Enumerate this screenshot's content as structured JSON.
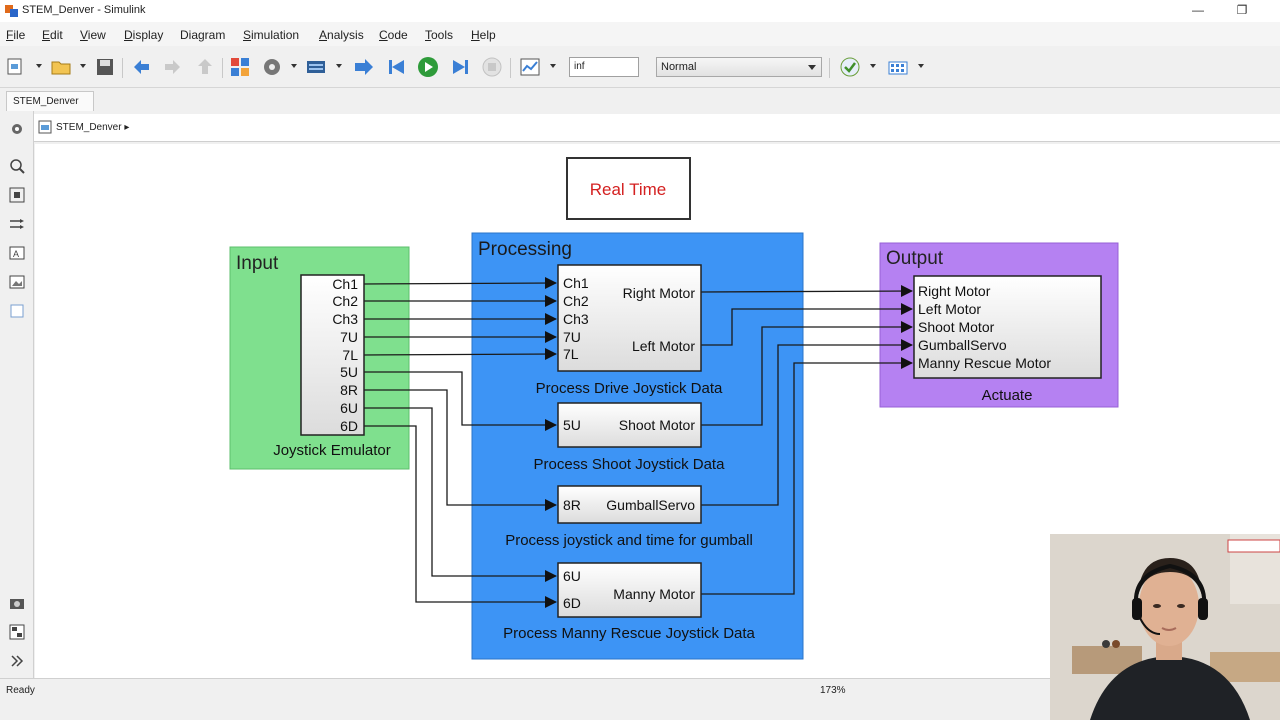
{
  "window": {
    "title": "STEM_Denver - Simulink"
  },
  "menu": [
    {
      "label": "File",
      "u": "F",
      "rest": "ile"
    },
    {
      "label": "Edit",
      "u": "E",
      "rest": "dit"
    },
    {
      "label": "View",
      "u": "V",
      "rest": "iew"
    },
    {
      "label": "Display",
      "u": "D",
      "rest": "isplay"
    },
    {
      "label": "Diagram",
      "u": "",
      "rest": "Diagram"
    },
    {
      "label": "Simulation",
      "u": "S",
      "rest": "imulation"
    },
    {
      "label": "Analysis",
      "u": "A",
      "rest": "nalysis"
    },
    {
      "label": "Code",
      "u": "C",
      "rest": "ode"
    },
    {
      "label": "Tools",
      "u": "T",
      "rest": "ools"
    },
    {
      "label": "Help",
      "u": "H",
      "rest": "elp"
    }
  ],
  "toolbar": {
    "stop_time": "inf",
    "sim_mode": "Normal",
    "icons": [
      "new-model-icon",
      "open-folder-icon",
      "save-icon",
      "back-arrow-icon",
      "forward-arrow-icon",
      "up-arrow-icon",
      "library-browser-icon",
      "model-settings-icon",
      "model-explorer-icon",
      "step-back-icon",
      "step-back-icon-2",
      "run-icon",
      "step-forward-icon",
      "stop-icon",
      "record-icon",
      "check-icon",
      "display-grid-icon"
    ]
  },
  "tab": {
    "label": "STEM_Denver"
  },
  "breadcrumb": {
    "label": "STEM_Denver"
  },
  "diagram": {
    "real_time": "Real Time",
    "areas": {
      "input": "Input",
      "processing": "Processing",
      "output": "Output"
    },
    "joystick": {
      "name": "Joystick Emulator",
      "ports": [
        "Ch1",
        "Ch2",
        "Ch3",
        "7U",
        "7L",
        "5U",
        "8R",
        "6U",
        "6D"
      ]
    },
    "drive": {
      "name": "Process Drive Joystick Data",
      "inputs": [
        "Ch1",
        "Ch2",
        "Ch3",
        "7U",
        "7L"
      ],
      "outputs": [
        "Right Motor",
        "Left Motor"
      ]
    },
    "shoot": {
      "name": "Process Shoot Joystick Data",
      "inputs": [
        "5U"
      ],
      "outputs": [
        "Shoot Motor"
      ]
    },
    "gumball": {
      "name": "Process joystick and time for gumball",
      "inputs": [
        "8R"
      ],
      "outputs": [
        "GumballServo"
      ]
    },
    "manny": {
      "name": "Process Manny Rescue Joystick Data",
      "inputs": [
        "6U",
        "6D"
      ],
      "outputs": [
        "Manny Motor"
      ]
    },
    "actuate": {
      "name": "Actuate",
      "inputs": [
        "Right Motor",
        "Left Motor",
        "Shoot Motor",
        "GumballServo",
        "Manny Rescue Motor"
      ]
    }
  },
  "status": {
    "text": "Ready",
    "zoom": "173%"
  },
  "colors": {
    "input_area": "#7fe08e",
    "processing_area": "#3d94f5",
    "output_area": "#b581f2",
    "real_time_text": "#d42020"
  }
}
